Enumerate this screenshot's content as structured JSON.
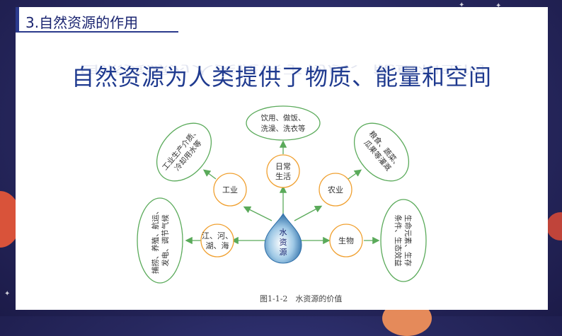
{
  "header": {
    "title": "3.自然资源的作用"
  },
  "subtitle": "自然资源为人类提供了物质、能量和空间",
  "diagram": {
    "center": [
      "水",
      "资",
      "源"
    ],
    "circles": {
      "daily": [
        "日常",
        "生活"
      ],
      "industry": "工业",
      "agriculture": "农业",
      "rivers": [
        "江、河、",
        "湖、海"
      ],
      "living": "生物"
    },
    "ellipses": {
      "daily": [
        "饮用、做饭、",
        "洗澡、洗衣等"
      ],
      "industry": [
        "工业生产介质、",
        "冷却用水等"
      ],
      "agriculture": [
        "粮食、蔬菜、",
        "瓜果等灌溉"
      ],
      "rivers": [
        "捕捞、养殖、航运、",
        "发电、调节气候"
      ],
      "living": [
        "生命元素、生存",
        "条件、生态效益"
      ]
    },
    "caption": "图1-1-2　水资源的价值"
  },
  "colors": {
    "accent": "#1a2470",
    "circle_stroke": "#f0a030",
    "ellipse_stroke": "#5aaa5a",
    "arrow": "#5aaa5a"
  }
}
